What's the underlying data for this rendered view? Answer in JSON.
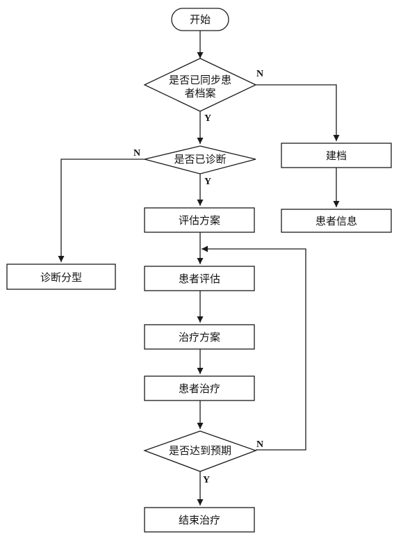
{
  "diagram": {
    "nodes": {
      "start": {
        "label": [
          "开始"
        ]
      },
      "sync_check": {
        "label": [
          "是否已同步患",
          "者档案"
        ]
      },
      "create_record": {
        "label": [
          "建档"
        ]
      },
      "patient_info": {
        "label": [
          "患者信息"
        ]
      },
      "diagnosed_check": {
        "label": [
          "是否已诊断"
        ]
      },
      "eval_plan": {
        "label": [
          "评估方案"
        ]
      },
      "diag_type": {
        "label": [
          "诊断分型"
        ]
      },
      "patient_eval": {
        "label": [
          "患者评估"
        ]
      },
      "treat_plan": {
        "label": [
          "治疗方案"
        ]
      },
      "patient_treat": {
        "label": [
          "患者治疗"
        ]
      },
      "goal_check": {
        "label": [
          "是否达到预期"
        ]
      },
      "end_treat": {
        "label": [
          "结束治疗"
        ]
      }
    },
    "edge_labels": {
      "sync_no": "N",
      "sync_yes": "Y",
      "diag_no": "N",
      "diag_yes": "Y",
      "goal_no": "N",
      "goal_yes": "Y"
    }
  }
}
